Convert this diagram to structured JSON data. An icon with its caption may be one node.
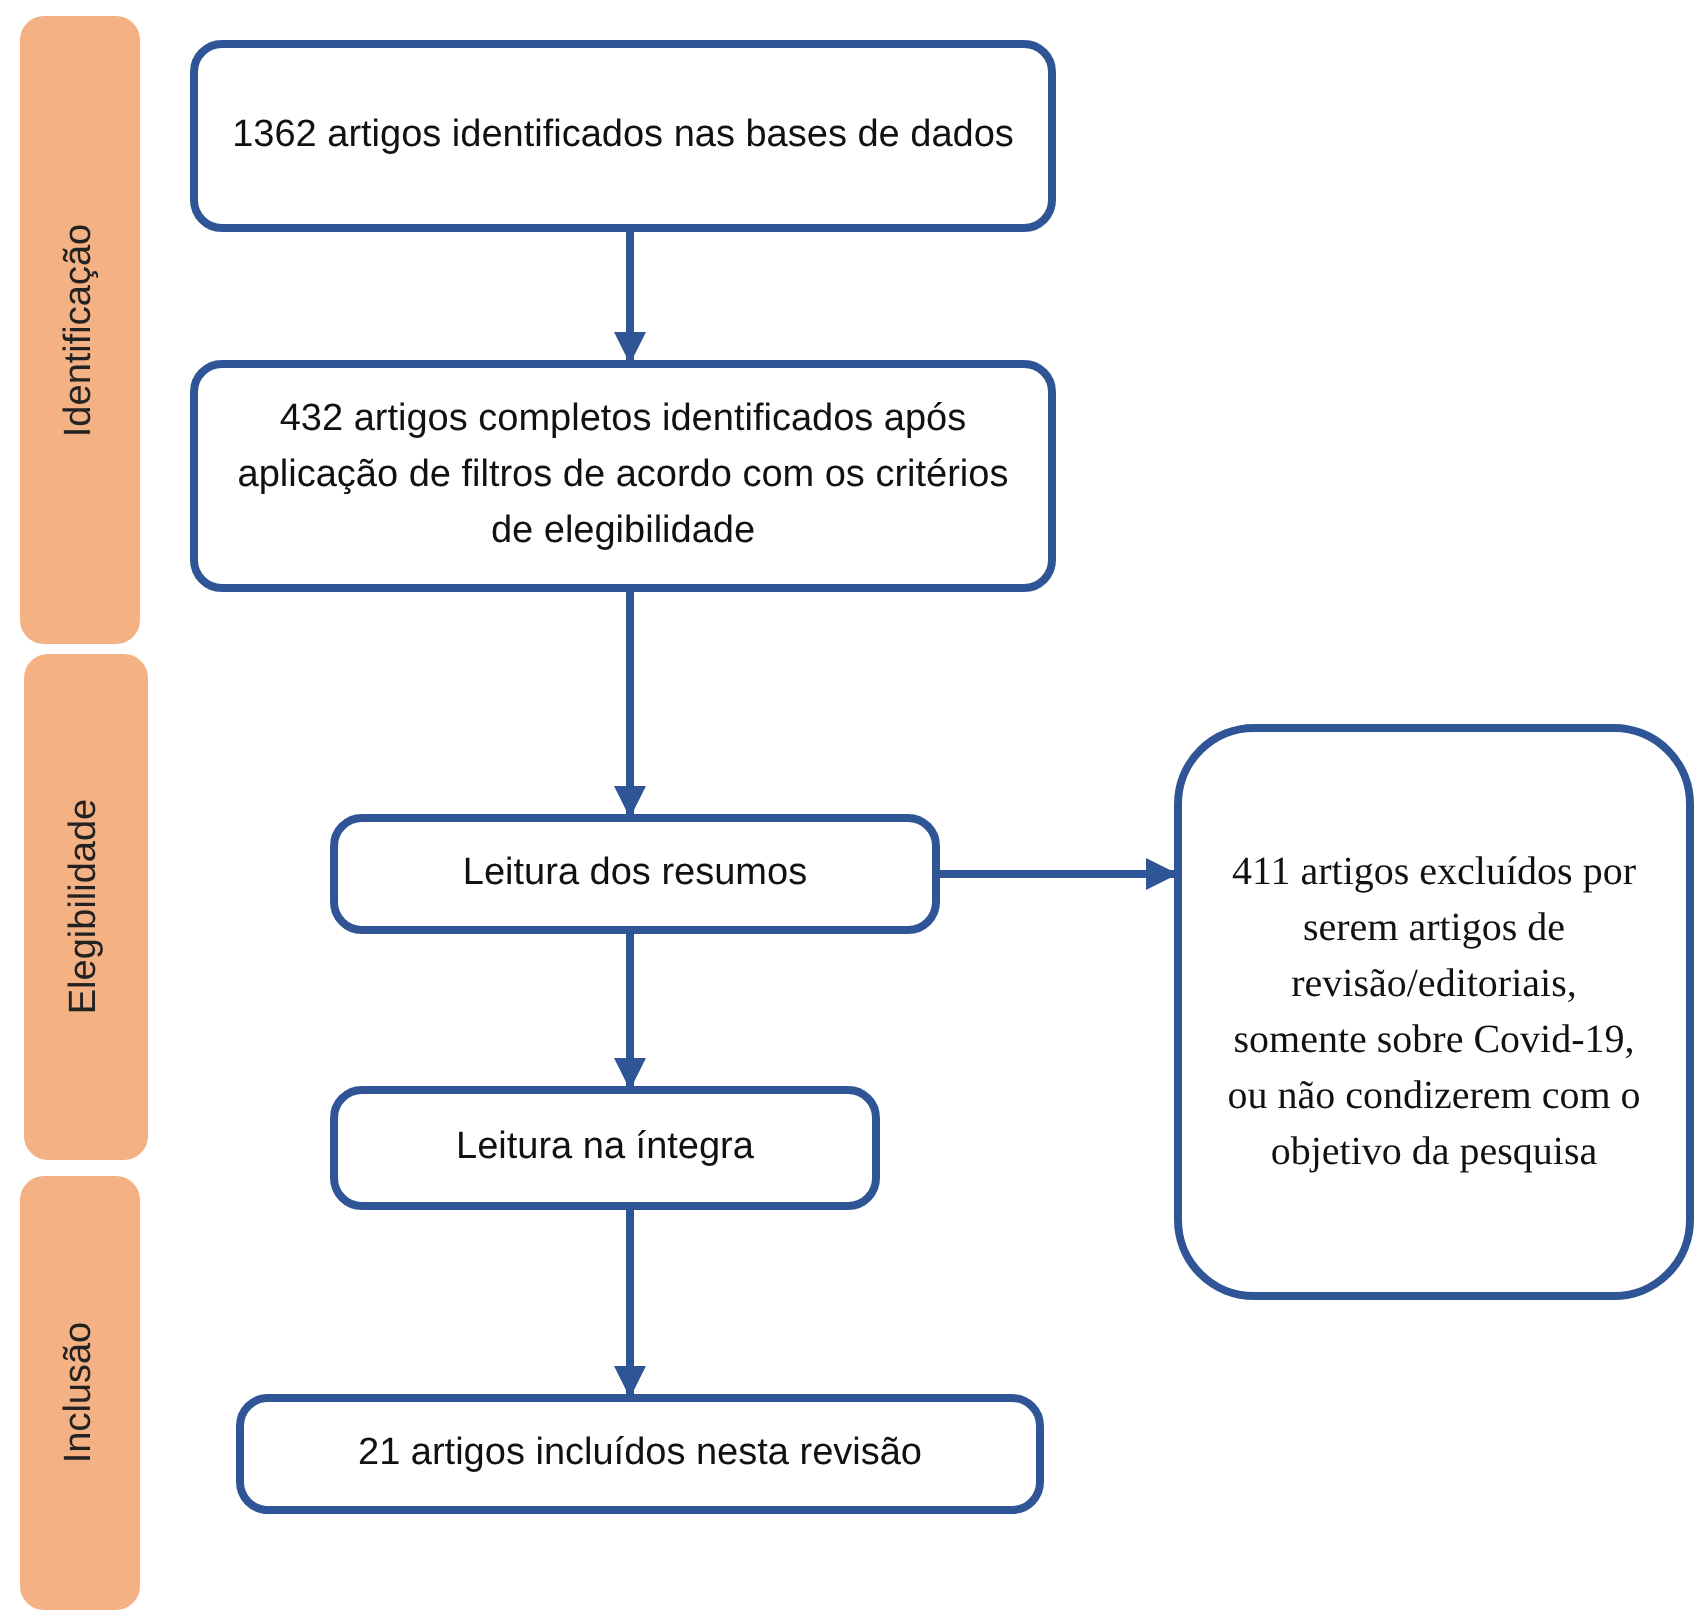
{
  "diagram": {
    "nodes": [
      {
        "text": [
          "Identificação"
        ]
      },
      {
        "text": [
          "Elegibilidade"
        ]
      },
      {
        "text": [
          "Inclusão"
        ]
      },
      {
        "text": [
          "1362 artigos identificados nas bases de dados"
        ]
      },
      {
        "text": [
          "432 artigos completos identificados após aplicação de filtros de acordo com os critérios de elegibilidade"
        ]
      },
      {
        "text": [
          "Leitura dos resumos"
        ]
      },
      {
        "text": [
          "Leitura na íntegra"
        ]
      },
      {
        "text": [
          "21 artigos incluídos nesta revisão"
        ]
      },
      {
        "text": [
          "411 artigos excluídos por serem artigos de revisão/editoriais, somente sobre Covid-19, ou não condizerem com o objetivo da pesquisa"
        ]
      }
    ],
    "edges": [
      {
        "from": 3,
        "to": 4,
        "arrow": "to"
      },
      {
        "from": 4,
        "to": 5,
        "arrow": "to"
      },
      {
        "from": 5,
        "to": 6,
        "arrow": "to"
      },
      {
        "from": 6,
        "to": 7,
        "arrow": "to"
      },
      {
        "from": 5,
        "to": 8,
        "arrow": "to"
      }
    ]
  }
}
